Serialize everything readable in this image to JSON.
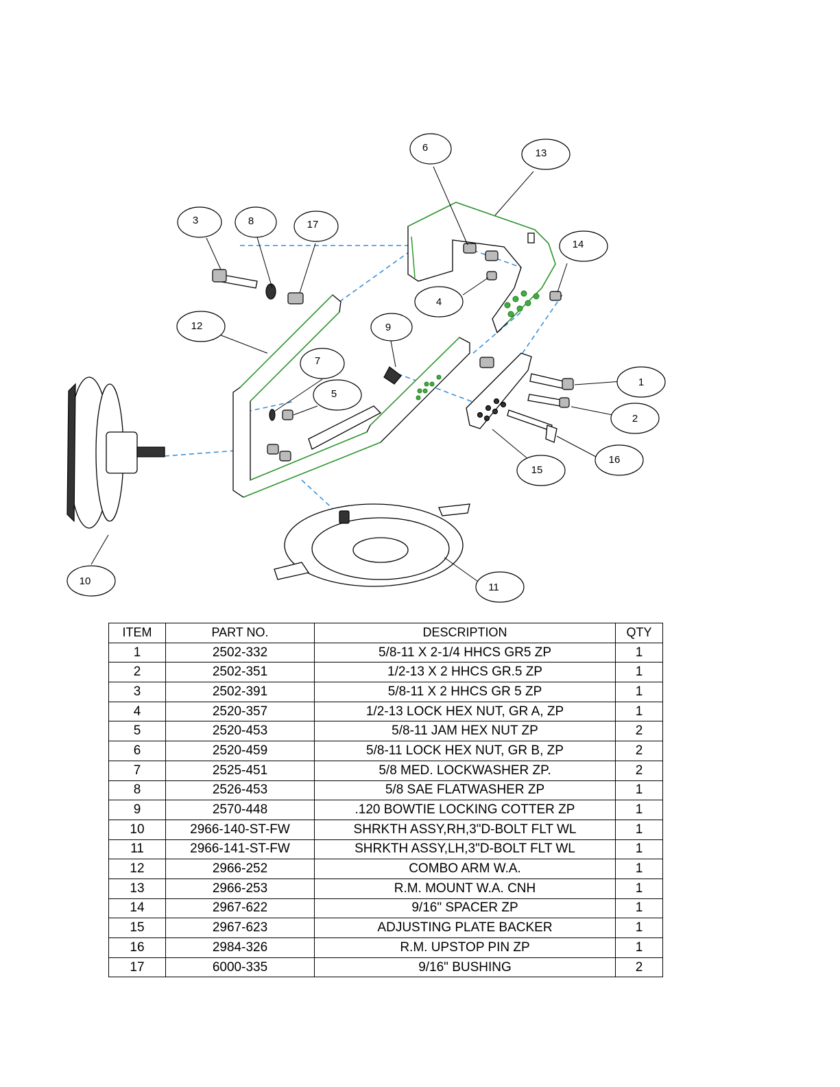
{
  "callouts": [
    "1",
    "2",
    "3",
    "4",
    "5",
    "6",
    "7",
    "8",
    "9",
    "10",
    "11",
    "12",
    "13",
    "14",
    "15",
    "16",
    "17"
  ],
  "table": {
    "headers": [
      "ITEM",
      "PART NO.",
      "DESCRIPTION",
      "QTY"
    ],
    "rows": [
      {
        "item": "1",
        "part": "2502-332",
        "desc": "5/8-11 X 2-1/4 HHCS GR5 ZP",
        "qty": "1"
      },
      {
        "item": "2",
        "part": "2502-351",
        "desc": "1/2-13 X 2 HHCS GR.5 ZP",
        "qty": "1"
      },
      {
        "item": "3",
        "part": "2502-391",
        "desc": "5/8-11 X 2 HHCS GR 5 ZP",
        "qty": "1"
      },
      {
        "item": "4",
        "part": "2520-357",
        "desc": "1/2-13 LOCK HEX NUT, GR A, ZP",
        "qty": "1"
      },
      {
        "item": "5",
        "part": "2520-453",
        "desc": "5/8-11 JAM HEX NUT ZP",
        "qty": "2"
      },
      {
        "item": "6",
        "part": "2520-459",
        "desc": "5/8-11 LOCK HEX NUT, GR B, ZP",
        "qty": "2"
      },
      {
        "item": "7",
        "part": "2525-451",
        "desc": "5/8 MED. LOCKWASHER ZP.",
        "qty": "2"
      },
      {
        "item": "8",
        "part": "2526-453",
        "desc": "5/8 SAE FLATWASHER ZP",
        "qty": "1"
      },
      {
        "item": "9",
        "part": "2570-448",
        "desc": ".120 BOWTIE LOCKING COTTER ZP",
        "qty": "1"
      },
      {
        "item": "10",
        "part": "2966-140-ST-FW",
        "desc": "SHRKTH ASSY,RH,3\"D-BOLT FLT WL",
        "qty": "1"
      },
      {
        "item": "11",
        "part": "2966-141-ST-FW",
        "desc": "SHRKTH ASSY,LH,3\"D-BOLT FLT WL",
        "qty": "1"
      },
      {
        "item": "12",
        "part": "2966-252",
        "desc": "COMBO ARM W.A.",
        "qty": "1"
      },
      {
        "item": "13",
        "part": "2966-253",
        "desc": "R.M. MOUNT W.A. CNH",
        "qty": "1"
      },
      {
        "item": "14",
        "part": "2967-622",
        "desc": "9/16\" SPACER ZP",
        "qty": "1"
      },
      {
        "item": "15",
        "part": "2967-623",
        "desc": "ADJUSTING PLATE BACKER",
        "qty": "1"
      },
      {
        "item": "16",
        "part": "2984-326",
        "desc": "R.M. UPSTOP PIN ZP",
        "qty": "1"
      },
      {
        "item": "17",
        "part": "6000-335",
        "desc": "9/16\" BUSHING",
        "qty": "2"
      }
    ]
  }
}
